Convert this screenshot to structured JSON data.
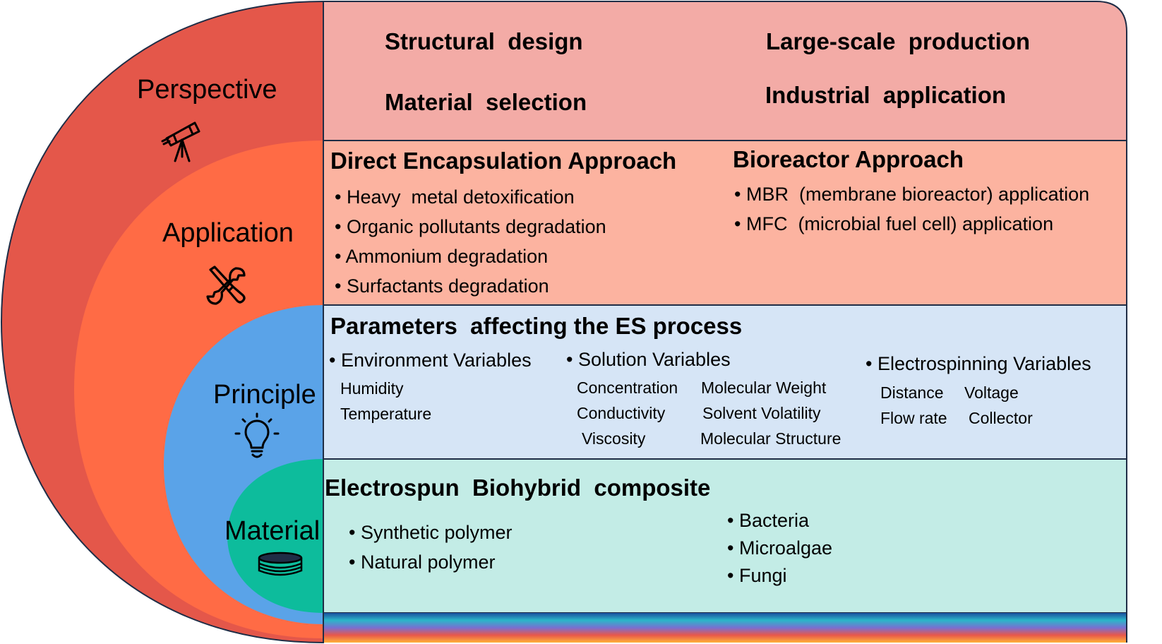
{
  "layers": {
    "perspective": "Perspective",
    "application": "Application",
    "principle": "Principle",
    "material": "Material"
  },
  "icons": {
    "perspective": "telescope-icon",
    "application": "tools-icon",
    "principle": "lightbulb-icon",
    "material": "petri-dish-icon"
  },
  "colors": {
    "perspective_arc": "#e4574a",
    "application_arc": "#ff6b45",
    "principle_arc": "#5aa3e8",
    "material_arc": "#0dbc9c",
    "perspective_panel": "#f3aba6",
    "application_panel": "#fcb3a0",
    "principle_panel": "#d6e5f6",
    "material_panel": "#c3ece6",
    "border": "#1f2d46"
  },
  "perspective_panel": {
    "items": [
      "Structural  design",
      "Large-scale  production",
      "Material  selection",
      "Industrial  application"
    ]
  },
  "application_panel": {
    "left_title": "Direct Encapsulation Approach",
    "left_items": [
      "• Heavy  metal detoxification",
      "• Organic pollutants degradation",
      "• Ammonium degradation",
      "• Surfactants degradation"
    ],
    "right_title": "Bioreactor Approach",
    "right_items": [
      "• MBR  (membrane bioreactor) application",
      "• MFC  (microbial fuel cell) application"
    ]
  },
  "principle_panel": {
    "title": "Parameters  affecting the ES process",
    "environment": {
      "title": "• Environment Variables",
      "items": [
        "Humidity",
        "Temperature"
      ]
    },
    "solution": {
      "title": "• Solution Variables",
      "items": [
        "Concentration",
        "Molecular Weight",
        "Conductivity",
        "Solvent Volatility",
        "Viscosity",
        "Molecular Structure"
      ]
    },
    "electrospinning": {
      "title": "• Electrospinning Variables",
      "items": [
        "Distance",
        "Voltage",
        "Flow rate",
        "Collector"
      ]
    }
  },
  "material_panel": {
    "title": "Electrospun  Biohybrid  composite",
    "left_items": [
      "• Synthetic polymer",
      "• Natural polymer"
    ],
    "right_items": [
      "• Bacteria",
      "• Microalgae",
      "• Fungi"
    ]
  }
}
